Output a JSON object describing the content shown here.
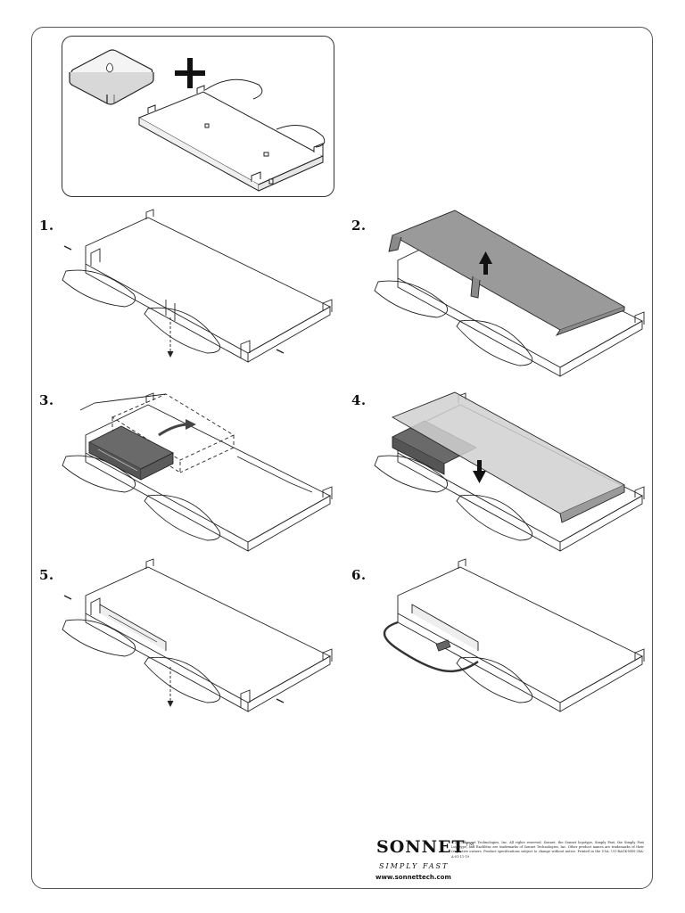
{
  "steps": [
    {
      "num": "1."
    },
    {
      "num": "2."
    },
    {
      "num": "3."
    },
    {
      "num": "4."
    },
    {
      "num": "5."
    },
    {
      "num": "6."
    }
  ],
  "footer": {
    "logo": "SONNET",
    "tm": "TM",
    "tagline": "SIMPLY FAST",
    "website": "www.sonnettech.com",
    "legal": "©2019 Sonnet Technologies, Inc. All rights reserved. Sonnet, the Sonnet logotype, Simply Fast, the Simply Fast Logotype, and RackMac are trademarks of Sonnet Technologies, Inc. Other product names are trademarks of their respective owners. Product specifications subject to change without notice. Printed in the USA. UG-RACK-MIN-2XA-A-01-11-19"
  },
  "colors": {
    "line": "#222222",
    "cover_shade": "#9a9a9a",
    "cover_light": "#d0d0d0",
    "mac_shade": "#555555"
  },
  "icons": [
    "mac-mini-icon",
    "plus-icon",
    "rack-enclosure-icon",
    "arrow-up-icon",
    "arrow-down-icon",
    "curved-arrow-icon"
  ]
}
